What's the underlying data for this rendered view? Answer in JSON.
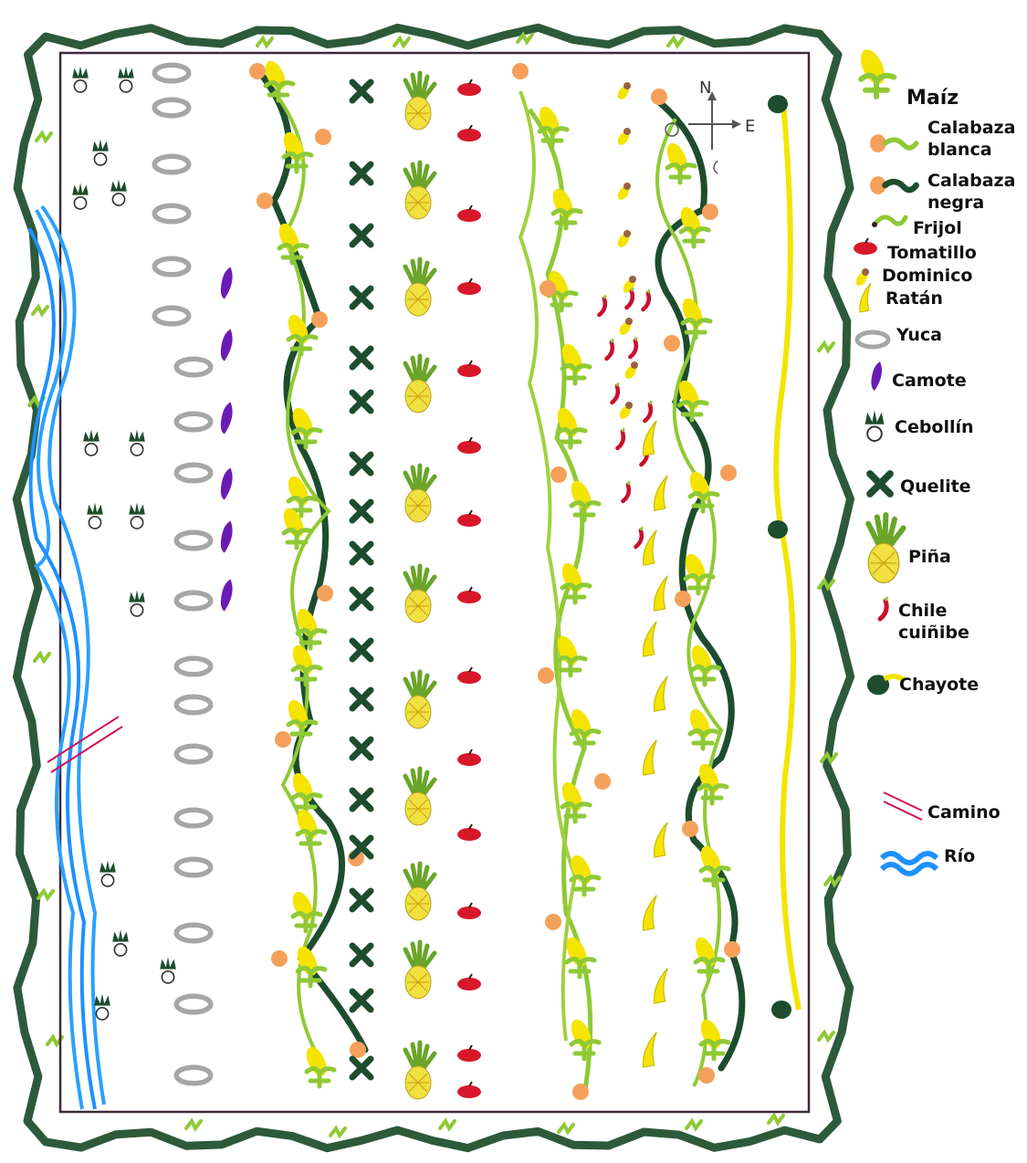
{
  "compass": {
    "north": "N",
    "east": "E"
  },
  "legend": [
    {
      "key": "maiz",
      "label": "Maíz",
      "icon": "corn-icon",
      "color": "#f4e400"
    },
    {
      "key": "calabaza_blanca",
      "label": "Calabaza blanca",
      "icon": "white-squash-icon",
      "color": "#8fc935"
    },
    {
      "key": "calabaza_negra",
      "label": "Calabaza negra",
      "icon": "black-squash-icon",
      "color": "#1d4d2e"
    },
    {
      "key": "frijol",
      "label": "Frijol",
      "icon": "bean-icon",
      "color": "#8fc935"
    },
    {
      "key": "tomatillo",
      "label": "Tomatillo",
      "icon": "tomatillo-icon",
      "color": "#d8182a"
    },
    {
      "key": "dominico",
      "label": "Dominico",
      "icon": "dominico-banana-icon",
      "color": "#f4e400"
    },
    {
      "key": "ratan",
      "label": "Ratán",
      "icon": "ratan-banana-icon",
      "color": "#f4e400"
    },
    {
      "key": "yuca",
      "label": "Yuca",
      "icon": "cassava-icon",
      "color": "#a6a6a6"
    },
    {
      "key": "camote",
      "label": "Camote",
      "icon": "sweet-potato-icon",
      "color": "#6a1bb5"
    },
    {
      "key": "cebollin",
      "label": "Cebollín",
      "icon": "scallion-icon",
      "color": "#1d4d2e"
    },
    {
      "key": "quelite",
      "label": "Quelite",
      "icon": "quelite-icon",
      "color": "#1d4d2e"
    },
    {
      "key": "pina",
      "label": "Piña",
      "icon": "pineapple-icon",
      "color": "#f0e040"
    },
    {
      "key": "chile",
      "label": "Chile cuiñibe",
      "icon": "chili-icon",
      "color": "#c8102e"
    },
    {
      "key": "chayote",
      "label": "Chayote",
      "icon": "chayote-icon",
      "color": "#1d4d2e"
    },
    {
      "key": "camino",
      "label": "Camino",
      "icon": "road-icon",
      "color": "#d0105a"
    },
    {
      "key": "rio",
      "label": "Río",
      "icon": "river-icon",
      "color": "#1e90ff"
    }
  ]
}
